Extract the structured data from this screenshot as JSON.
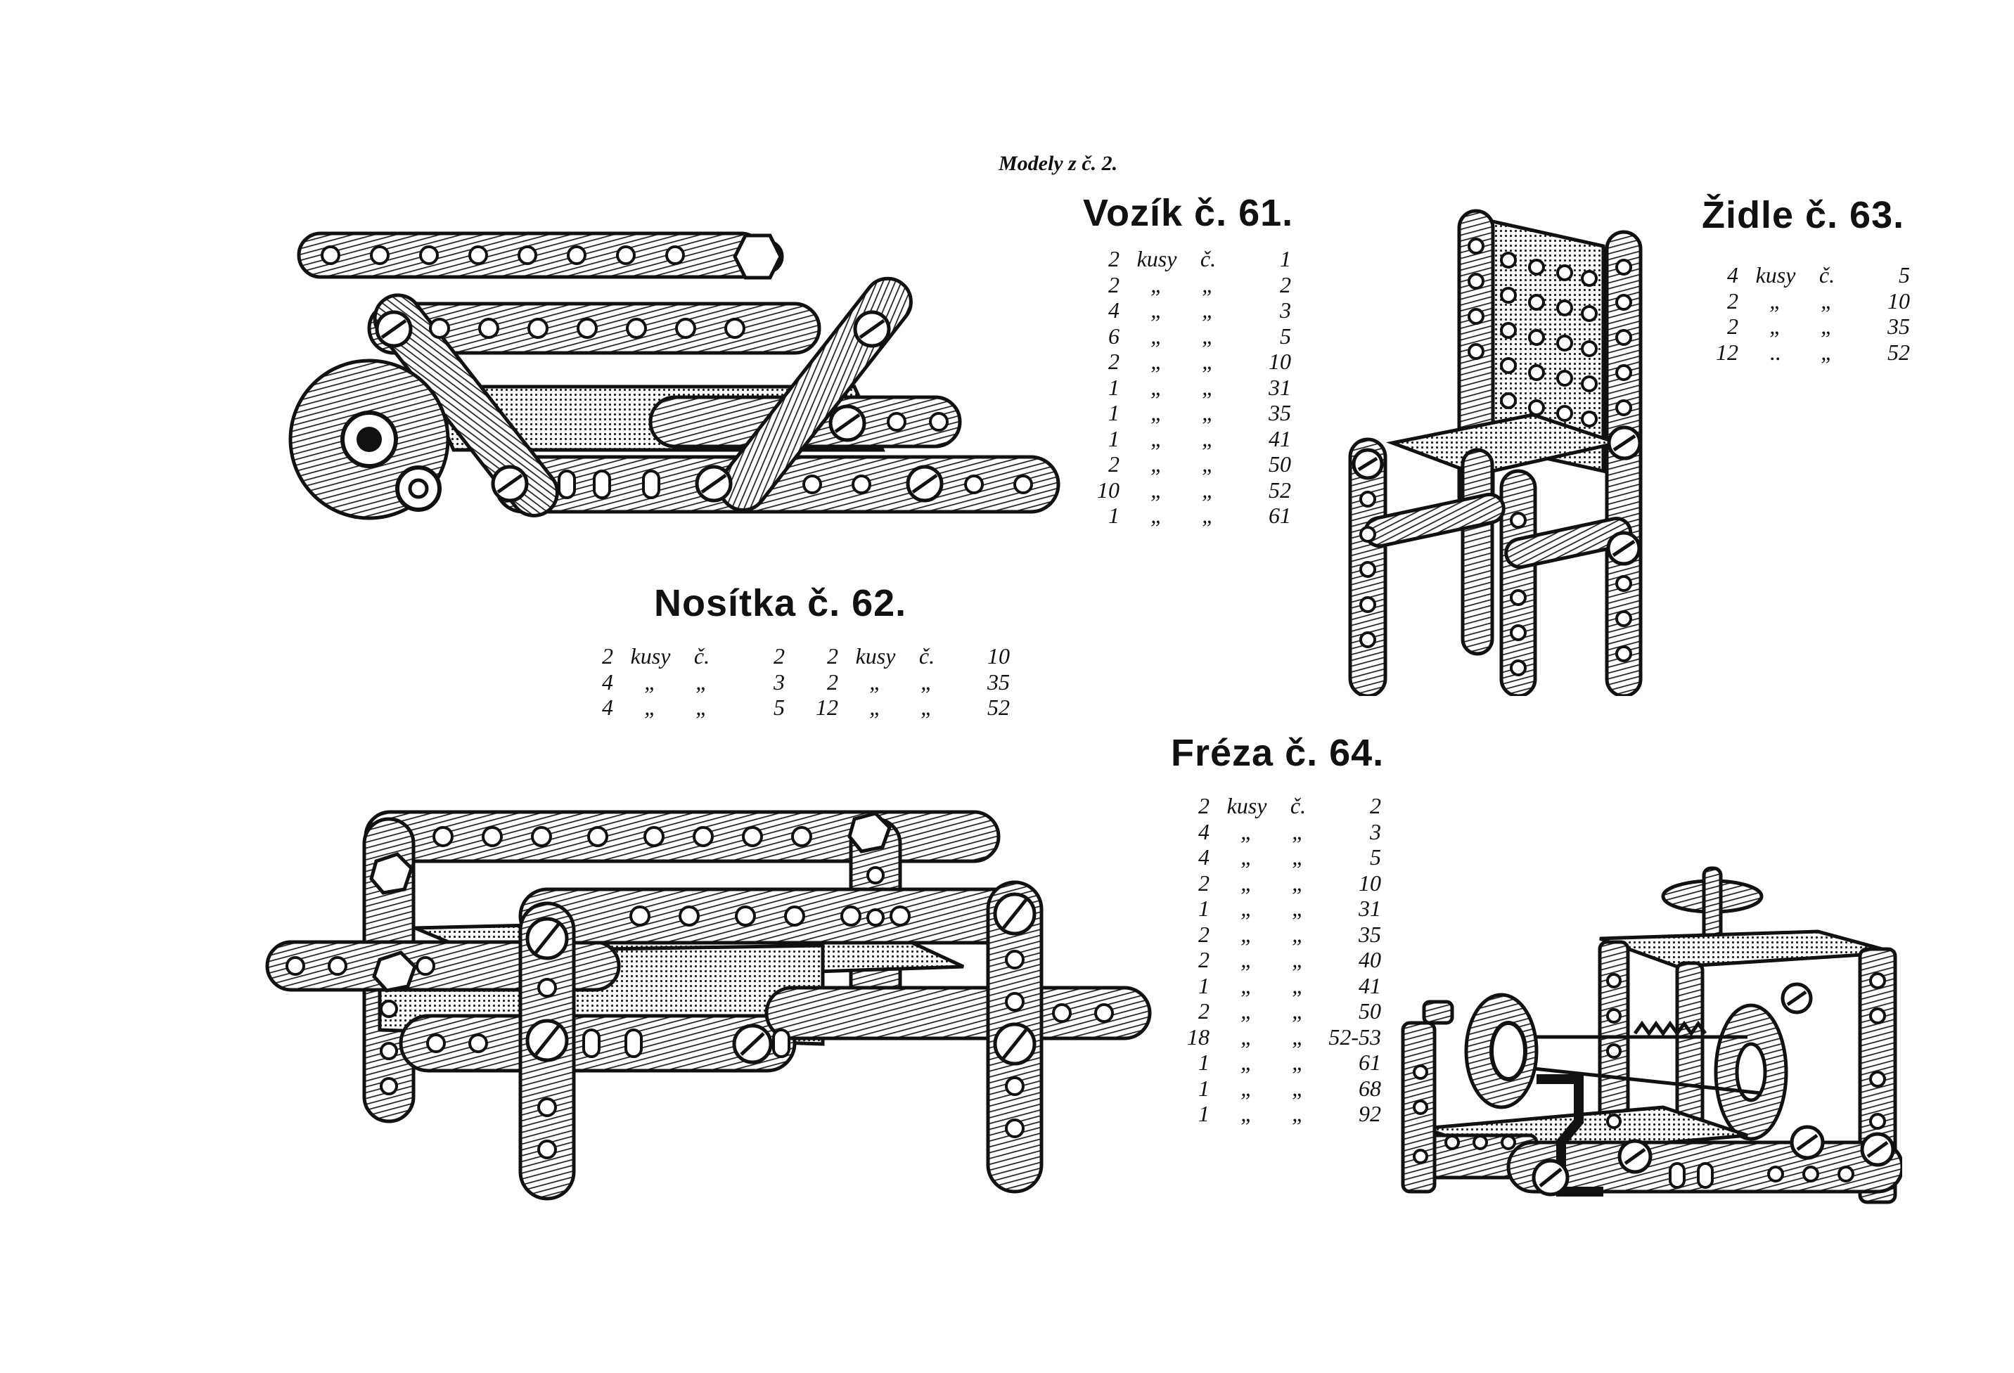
{
  "header_note": "Modely z č. 2.",
  "models": [
    {
      "title": "Vozík č. 61.",
      "parts": [
        {
          "qty": "2",
          "unit": "kusy",
          "c": "č.",
          "no": "1"
        },
        {
          "qty": "2",
          "unit": "„",
          "c": "„",
          "no": "2"
        },
        {
          "qty": "4",
          "unit": "„",
          "c": "„",
          "no": "3"
        },
        {
          "qty": "6",
          "unit": "„",
          "c": "„",
          "no": "5"
        },
        {
          "qty": "2",
          "unit": "„",
          "c": "„",
          "no": "10"
        },
        {
          "qty": "1",
          "unit": "„",
          "c": "„",
          "no": "31"
        },
        {
          "qty": "1",
          "unit": "„",
          "c": "„",
          "no": "35"
        },
        {
          "qty": "1",
          "unit": "„",
          "c": "„",
          "no": "41"
        },
        {
          "qty": "2",
          "unit": "„",
          "c": "„",
          "no": "50"
        },
        {
          "qty": "10",
          "unit": "„",
          "c": "„",
          "no": "52"
        },
        {
          "qty": "1",
          "unit": "„",
          "c": "„",
          "no": "61"
        }
      ]
    },
    {
      "title": "Nosítka č. 62.",
      "parts_left": [
        {
          "qty": "2",
          "unit": "kusy",
          "c": "č.",
          "no": "2"
        },
        {
          "qty": "4",
          "unit": "„",
          "c": "„",
          "no": "3"
        },
        {
          "qty": "4",
          "unit": "„",
          "c": "„",
          "no": "5"
        }
      ],
      "parts_right": [
        {
          "qty": "2",
          "unit": "kusy",
          "c": "č.",
          "no": "10"
        },
        {
          "qty": "2",
          "unit": "„",
          "c": "„",
          "no": "35"
        },
        {
          "qty": "12",
          "unit": "„",
          "c": "„",
          "no": "52"
        }
      ]
    },
    {
      "title": "Židle č. 63.",
      "parts": [
        {
          "qty": "4",
          "unit": "kusy",
          "c": "č.",
          "no": "5"
        },
        {
          "qty": "2",
          "unit": "„",
          "c": "„",
          "no": "10"
        },
        {
          "qty": "2",
          "unit": "„",
          "c": "„",
          "no": "35"
        },
        {
          "qty": "12",
          "unit": "..",
          "c": "„",
          "no": "52"
        }
      ]
    },
    {
      "title": "Fréza č. 64.",
      "parts": [
        {
          "qty": "2",
          "unit": "kusy",
          "c": "č.",
          "no": "2"
        },
        {
          "qty": "4",
          "unit": "„",
          "c": "„",
          "no": "3"
        },
        {
          "qty": "4",
          "unit": "„",
          "c": "„",
          "no": "5"
        },
        {
          "qty": "2",
          "unit": "„",
          "c": "„",
          "no": "10"
        },
        {
          "qty": "1",
          "unit": "„",
          "c": "„",
          "no": "31"
        },
        {
          "qty": "2",
          "unit": "„",
          "c": "„",
          "no": "35"
        },
        {
          "qty": "2",
          "unit": "„",
          "c": "„",
          "no": "40"
        },
        {
          "qty": "1",
          "unit": "„",
          "c": "„",
          "no": "41"
        },
        {
          "qty": "2",
          "unit": "„",
          "c": "„",
          "no": "50"
        },
        {
          "qty": "18",
          "unit": "„",
          "c": "„",
          "no": "52-53"
        },
        {
          "qty": "1",
          "unit": "„",
          "c": "„",
          "no": "61"
        },
        {
          "qty": "1",
          "unit": "„",
          "c": "„",
          "no": "68"
        },
        {
          "qty": "1",
          "unit": "„",
          "c": "„",
          "no": "92"
        }
      ]
    }
  ]
}
